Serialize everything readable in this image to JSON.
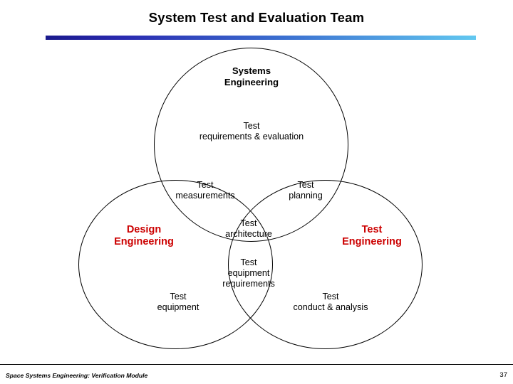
{
  "slide": {
    "title": "System Test and Evaluation Team",
    "footer_text": "Space Systems Engineering: Verification Module",
    "page_number": "37",
    "accent_color_start": "#1a1a8c",
    "accent_color_end": "#62c8f0",
    "highlight_color": "#cc0000"
  },
  "diagram": {
    "type": "venn",
    "circles": [
      {
        "id": "systems-engineering",
        "label": "Systems\nEngineering"
      },
      {
        "id": "design-engineering",
        "label": "Design\nEngineering"
      },
      {
        "id": "test-engineering",
        "label": "Test\nEngineering"
      }
    ],
    "labels": {
      "test_requirements_evaluation": "Test\nrequirements & evaluation",
      "test_measurements": "Test\nmeasurements",
      "test_planning": "Test\nplanning",
      "test_architecture": "Test\narchitecture",
      "test_equipment_requirements": "Test\nequipment\nrequirements",
      "test_equipment": "Test\nequipment",
      "test_conduct_analysis": "Test\nconduct & analysis"
    }
  }
}
